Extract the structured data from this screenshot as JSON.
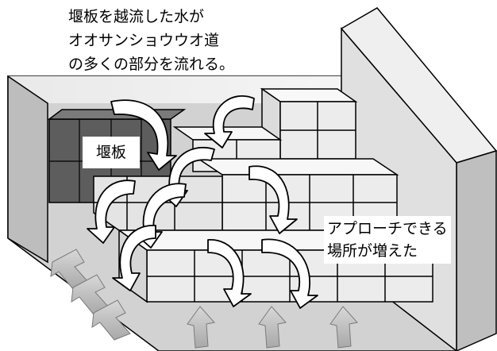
{
  "caption": {
    "line1": "堰板を越流した水が",
    "line2": "オオサンショウウオ道",
    "line3": "の多くの部分を流れる。"
  },
  "label_weir_plate": "堰板",
  "callout": {
    "line1": "アプローチできる",
    "line2": "場所が増えた"
  },
  "colors": {
    "block_face": "#ececec",
    "block_top": "#f7f7f7",
    "block_line": "#000000",
    "weir_plate": "#5a5a5a",
    "wall": "#d9d9d9",
    "floor": "#c8c8c8",
    "arrow_fill": "#ffffff",
    "upstream_arrow": "#9c9c9c"
  }
}
